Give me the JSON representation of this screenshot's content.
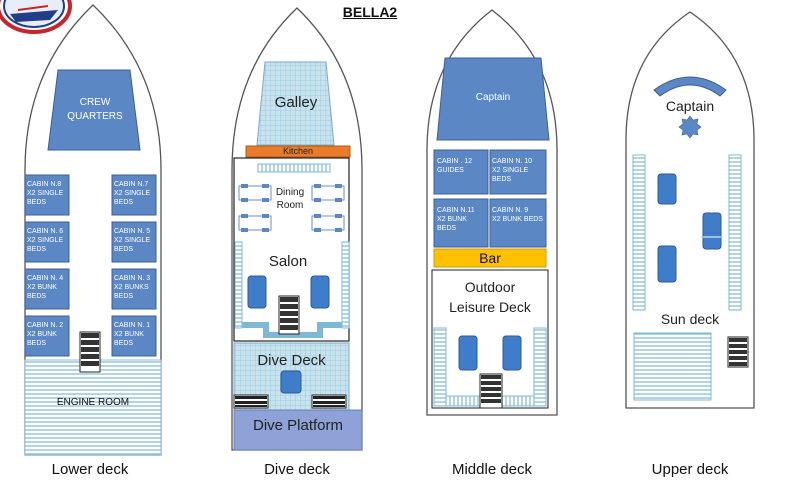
{
  "title": "BELLA2",
  "decks": {
    "lower": {
      "name": "Lower deck",
      "crew": "CREW QUARTERS",
      "engine": "ENGINE ROOM",
      "cabins": [
        {
          "id": "CABIN N.8",
          "desc": "X2 SINGLE BEDS"
        },
        {
          "id": "CABIN N.7",
          "desc": "X2 SINGLE BEDS"
        },
        {
          "id": "CABIN N. 6",
          "desc": "X2 SINGLE BEDS"
        },
        {
          "id": "CABIN N. 5",
          "desc": "X2 SINGLE BEDS"
        },
        {
          "id": "CABIN N. 4",
          "desc": "X2 BUNK BEDS"
        },
        {
          "id": "CABIN N. 3",
          "desc": "X2 BUNKS BEDS"
        },
        {
          "id": "CABIN N. 2",
          "desc": "X2 BUNK BEDS"
        },
        {
          "id": "CABIN N. 1",
          "desc": "X2 BUNK BEDS"
        }
      ]
    },
    "dive": {
      "name": "Dive deck",
      "galley": "Galley",
      "kitchen": "Kitchen",
      "dining": "Dining Room",
      "salon": "Salon",
      "divedeck": "Dive Deck",
      "platform": "Dive Platform"
    },
    "middle": {
      "name": "Middle deck",
      "captain": "Captain",
      "bar": "Bar",
      "leisure": "Outdoor Leisure Deck",
      "cabins": [
        {
          "id": "CABIN . 12",
          "desc": "GUIDES"
        },
        {
          "id": "CABIN N. 10",
          "desc": "X2 SINGLE BEDS"
        },
        {
          "id": "CABIN N.11",
          "desc": "X2 BUNK BEDS"
        },
        {
          "id": "CABIN N. 9",
          "desc": "X2 BUNK BEDS"
        }
      ]
    },
    "upper": {
      "name": "Upper deck",
      "captain": "Captain",
      "sun": "Sun deck"
    }
  },
  "colors": {
    "cabin": "#5b87c5",
    "hull_stroke": "#555555",
    "kitchen": "#e97b2a",
    "bar": "#ffc000",
    "platform": "#8ea2d8",
    "hatch": "#a9d6e8"
  },
  "icons": {
    "logo": "boat-logo-icon",
    "helm": "helm-star-icon"
  }
}
